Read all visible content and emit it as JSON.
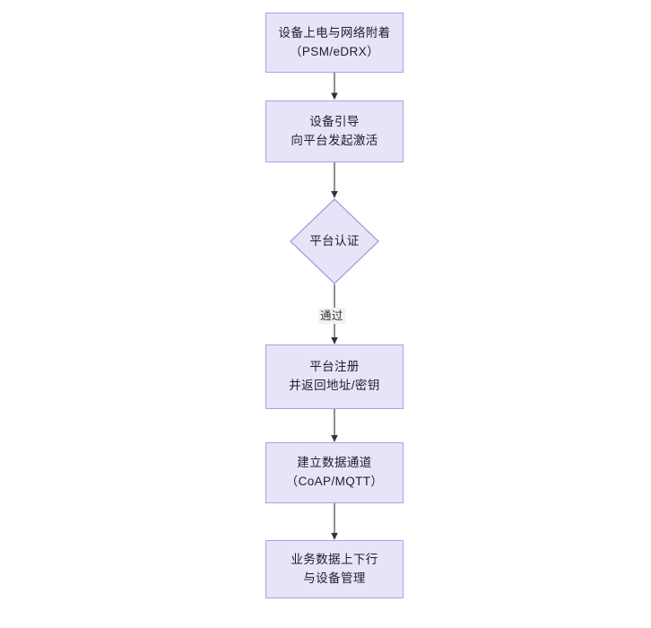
{
  "diagram": {
    "type": "flowchart",
    "orientation": "top-to-bottom",
    "title": "",
    "theme": {
      "node_fill": "#e7e4fa",
      "node_border": "#b49ce0",
      "text_color": "#20202a",
      "edge_color": "#4a4a55",
      "edge_label_background": "#f2f2f2",
      "canvas_background": "#ffffff"
    },
    "nodes": [
      {
        "id": "n1",
        "shape": "rectangle",
        "lines": [
          "设备上电与网络附着",
          "（PSM/eDRX）"
        ]
      },
      {
        "id": "n2",
        "shape": "rectangle",
        "lines": [
          "设备引导",
          "向平台发起激活"
        ]
      },
      {
        "id": "n3",
        "shape": "diamond",
        "lines": [
          "平台认证"
        ]
      },
      {
        "id": "n4",
        "shape": "rectangle",
        "lines": [
          "平台注册",
          "并返回地址/密钥"
        ]
      },
      {
        "id": "n5",
        "shape": "rectangle",
        "lines": [
          "建立数据通道",
          "（CoAP/MQTT）"
        ]
      },
      {
        "id": "n6",
        "shape": "rectangle",
        "lines": [
          "业务数据上下行",
          "与设备管理"
        ]
      }
    ],
    "edges": [
      {
        "from": "n1",
        "to": "n2",
        "label": ""
      },
      {
        "from": "n2",
        "to": "n3",
        "label": ""
      },
      {
        "from": "n3",
        "to": "n4",
        "label": "通过"
      },
      {
        "from": "n4",
        "to": "n5",
        "label": ""
      },
      {
        "from": "n5",
        "to": "n6",
        "label": ""
      }
    ]
  }
}
